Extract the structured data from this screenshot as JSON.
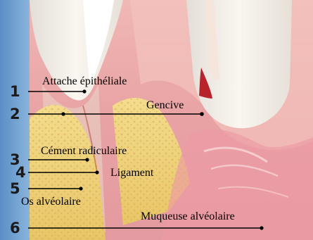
{
  "colors": {
    "background_blue": "#6d9fd1",
    "gum_pink": "#e8a6a8",
    "tooth_enamel": "#f4efe9",
    "bone_yellow": "#e9cd74",
    "leader_line": "#000000"
  },
  "callouts": [
    {
      "number": "1",
      "label": "Attache épithéliale"
    },
    {
      "number": "2",
      "label": "Gencive"
    },
    {
      "number": "3",
      "label": "Cément radiculaire"
    },
    {
      "number": "4",
      "label": "Ligament"
    },
    {
      "number": "5",
      "label": "Os alvéolaire"
    },
    {
      "number": "6",
      "label": "Muqueuse alvéolaire"
    }
  ]
}
